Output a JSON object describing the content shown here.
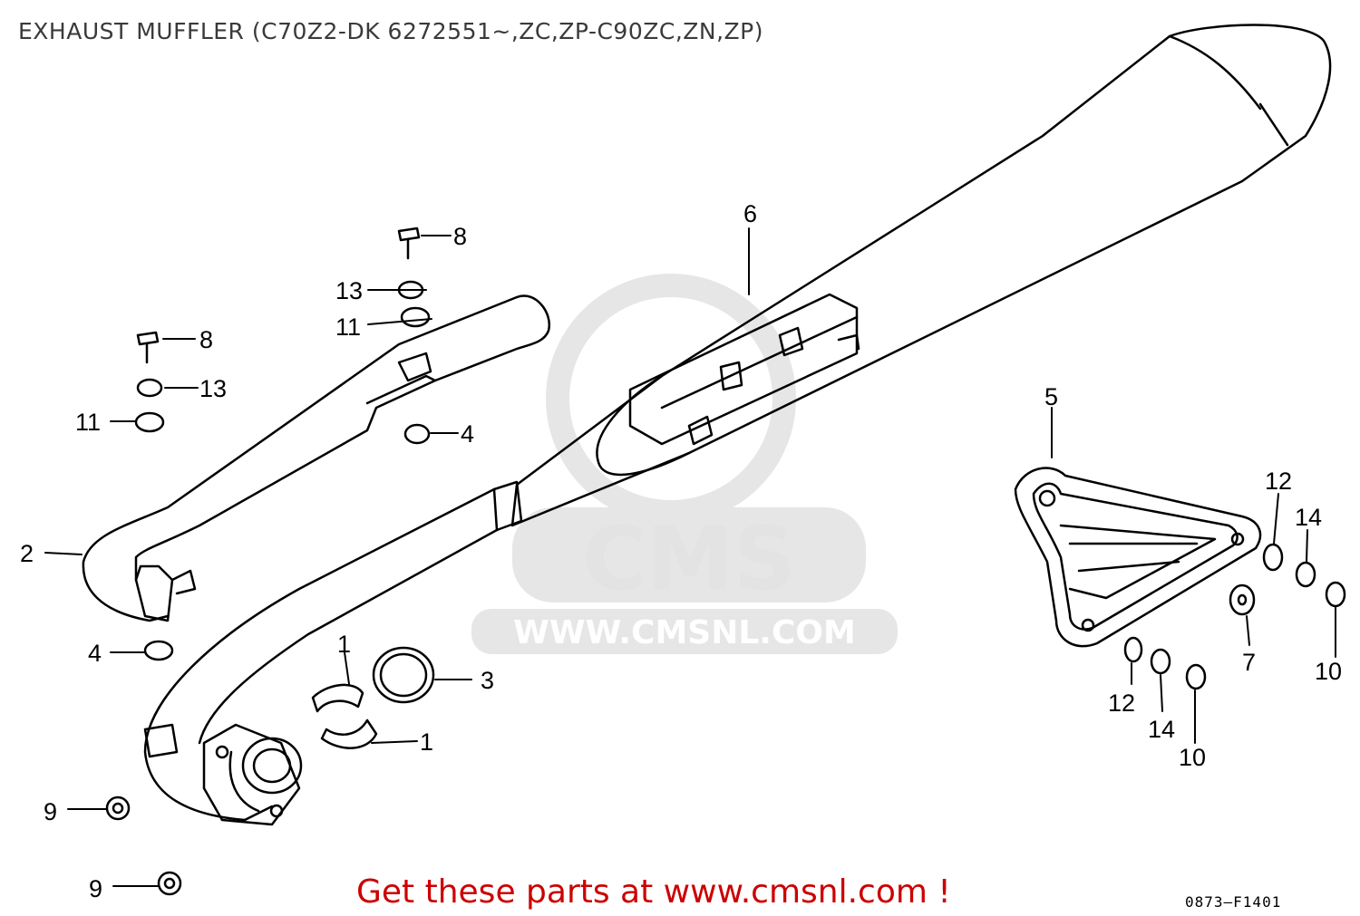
{
  "title": "EXHAUST MUFFLER (C70Z2-DK 6272551~,ZC,ZP-C90ZC,ZN,ZP)",
  "footer_text": "Get these parts at www.cmsnl.com !",
  "drawing_code": "0873–F1401",
  "watermark": {
    "logo_text": "CMS",
    "url_text": "WWW.CMSNL.COM",
    "color": "#e3e3e3"
  },
  "callouts": {
    "c1a": "1",
    "c1b": "1",
    "c2": "2",
    "c3": "3",
    "c4a": "4",
    "c4b": "4",
    "c5": "5",
    "c6": "6",
    "c7": "7",
    "c8a": "8",
    "c8b": "8",
    "c9a": "9",
    "c9b": "9",
    "c10a": "10",
    "c10b": "10",
    "c11a": "11",
    "c11b": "11",
    "c12a": "12",
    "c12b": "12",
    "c13a": "13",
    "c13b": "13",
    "c14a": "14",
    "c14b": "14"
  }
}
